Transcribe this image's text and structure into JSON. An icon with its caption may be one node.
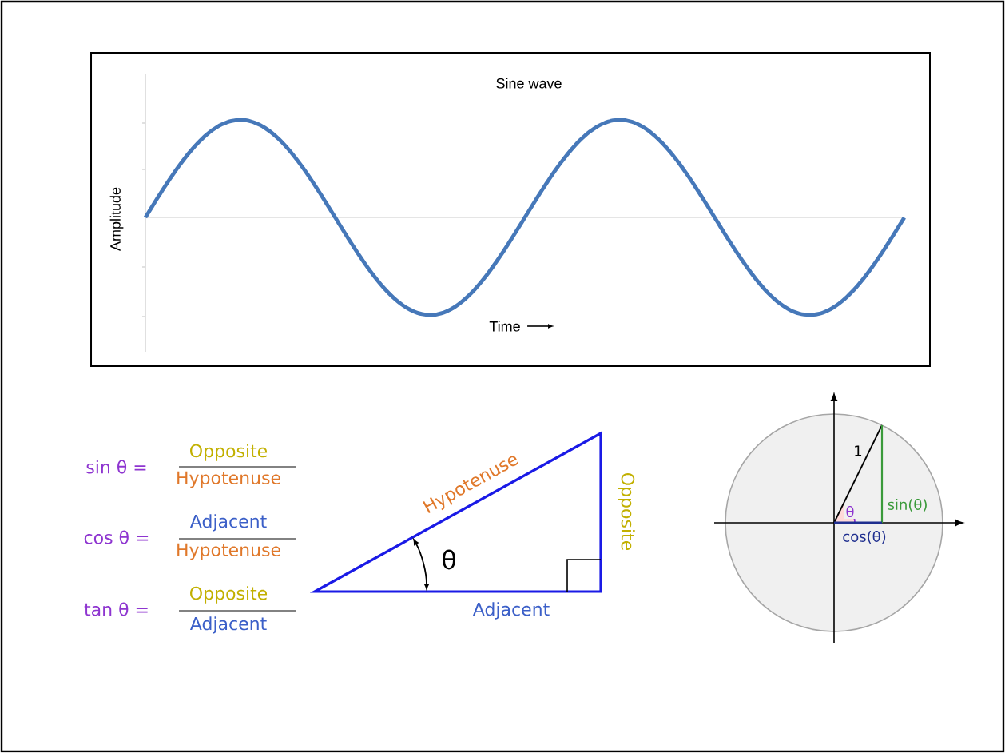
{
  "diagram": {
    "nodes": [
      {
        "text": [
          "Sine wave",
          "Amplitude",
          "Time"
        ]
      }
    ],
    "labels": [
      "sin θ =",
      "Opposite",
      "Hypotenuse",
      "cos θ =",
      "Adjacent",
      "Hypotenuse",
      "tan θ =",
      "Opposite",
      "Adjacent",
      "Hypotenuse",
      "θ",
      "Opposite",
      "Adjacent",
      "1",
      "θ",
      "sin(θ)",
      "cos(θ)"
    ]
  }
}
